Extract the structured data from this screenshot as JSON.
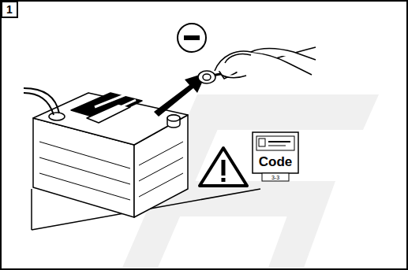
{
  "diagram": {
    "nodes": [
      {
        "text": [
          "1"
        ]
      },
      {
        "text": [
          "Code"
        ]
      }
    ],
    "labels": [
      "3-3"
    ]
  }
}
